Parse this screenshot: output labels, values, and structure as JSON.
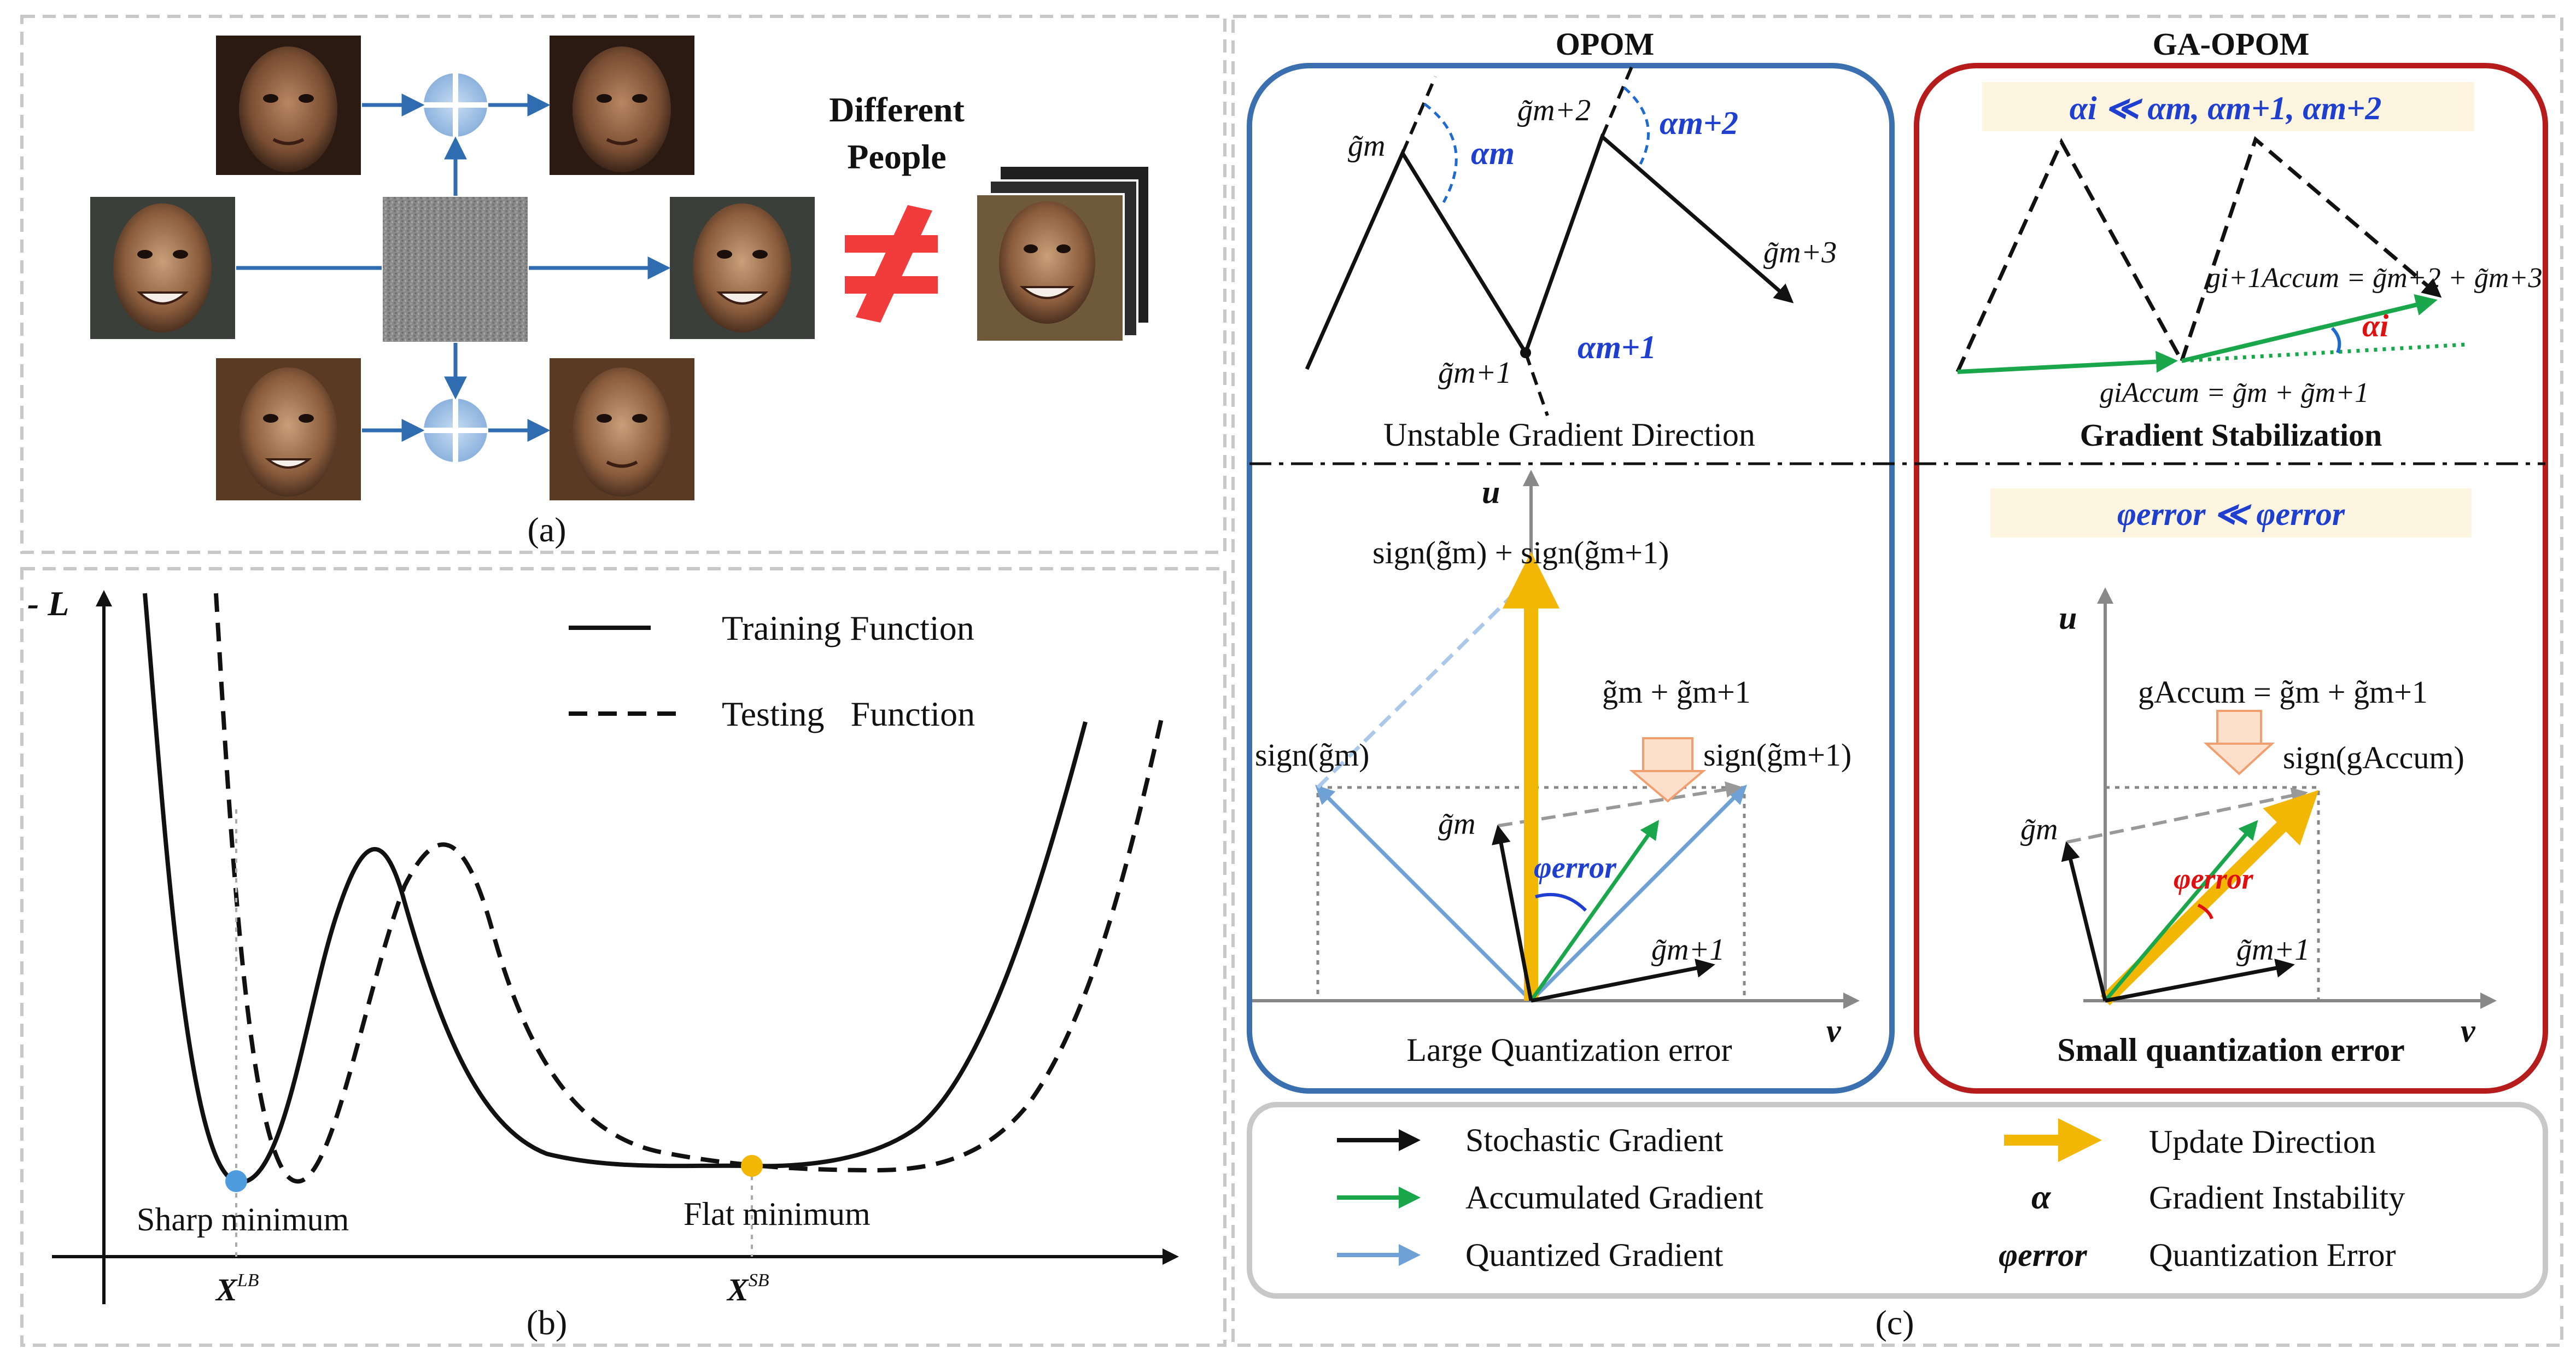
{
  "panel_a": {
    "caption": "(a)",
    "label_line1": "Different",
    "label_line2": "People"
  },
  "panel_b": {
    "caption": "(b)",
    "y_axis_label": "- L",
    "legend": {
      "training": "Training Function",
      "testing": "Testing   Function"
    },
    "sharp_label": "Sharp minimum",
    "flat_label": "Flat minimum",
    "x_lb": "X",
    "x_lb_sup": "LB",
    "x_sb": "X",
    "x_sb_sup": "SB"
  },
  "panel_c": {
    "caption": "(c)",
    "opom_title": "OPOM",
    "ga_title": "GA-OPOM",
    "opom": {
      "g_m": "g̃m",
      "g_m1": "g̃m+1",
      "g_m2": "g̃m+2",
      "g_m3": "g̃m+3",
      "alpha_m": "αm",
      "alpha_m1": "αm+1",
      "alpha_m2": "αm+2",
      "unstable_caption": "Unstable Gradient Direction",
      "axis_u": "u",
      "axis_v": "v",
      "sign_sum": "sign(g̃m) + sign(g̃m+1)",
      "sum": "g̃m + g̃m+1",
      "sign_gm": "sign(g̃m)",
      "sign_gm1": "sign(g̃m+1)",
      "gm": "g̃m",
      "gm1": "g̃m+1",
      "phi": "φerror",
      "quant_caption": "Large Quantization error"
    },
    "ga": {
      "alpha_cmp": "αi ≪ αm, αm+1, αm+2",
      "accum_top": "gi+1Accum = g̃m+2 + g̃m+3",
      "accum_bottom": "giAccum = g̃m + g̃m+1",
      "alpha_i": "αi",
      "stab_caption": "Gradient Stabilization",
      "phi_cmp": "φerror ≪ φerror",
      "axis_u": "u",
      "axis_v": "v",
      "accum_eq": "gAccum = g̃m + g̃m+1",
      "sign_accum": "sign(gAccum)",
      "gm": "g̃m",
      "gm1": "g̃m+1",
      "phi": "φerror",
      "quant_caption": "Small quantization error"
    },
    "legend": {
      "stochastic": "Stochastic Gradient",
      "accumulated": "Accumulated Gradient",
      "quantized": "Quantized Gradient",
      "update": "Update Direction",
      "alpha_symbol": "α",
      "instability": "Gradient Instability",
      "phi_symbol": "φerror",
      "quant_error": "Quantization Error"
    }
  },
  "colors": {
    "blue_arrow": "#2f6db0",
    "light_blue": "#6fa0d6",
    "green": "#1aa64a",
    "yellow": "#f2b705",
    "red": "#b01c1c",
    "dark_blue": "#1f3fd0",
    "red_text": "#e01010",
    "opom_border": "#3a6fb0",
    "ga_border": "#b71c1c",
    "highlight": "#fdf5e0"
  }
}
